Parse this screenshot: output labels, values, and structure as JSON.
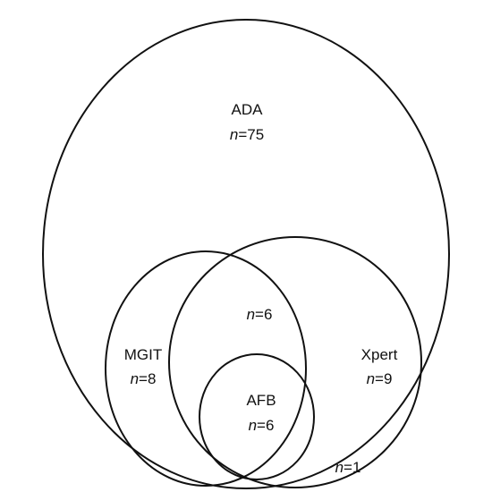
{
  "sets": {
    "ada": {
      "name": "ADA",
      "count": "=75"
    },
    "mgit": {
      "name": "MGIT",
      "count": "=8"
    },
    "xpert": {
      "name": "Xpert",
      "count": "=9"
    },
    "afb": {
      "name": "AFB",
      "count": "=6"
    }
  },
  "regions": {
    "mgit_xpert_overlap": {
      "count": "=6"
    },
    "xpert_outside_ada": {
      "count": "=1"
    }
  },
  "n_symbol": "n",
  "colors": {
    "outline": "#111111",
    "text": "#111111",
    "background": "#ffffff"
  }
}
